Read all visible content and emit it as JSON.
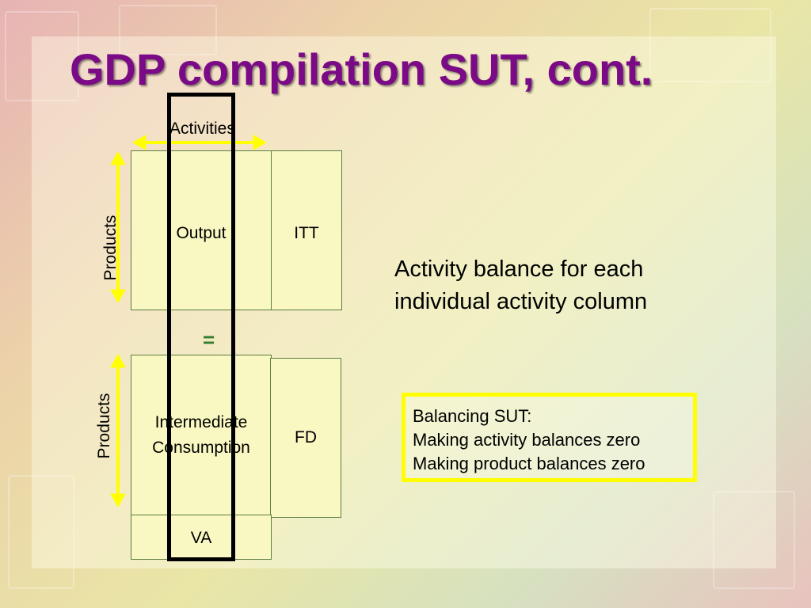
{
  "slide": {
    "title": "GDP compilation SUT, cont."
  },
  "diagram": {
    "activities_label": "Activities",
    "products_label_top": "Products",
    "products_label_bottom": "Products",
    "output_label": "Output",
    "itt_label": "ITT",
    "equals_sign": "=",
    "ic_line1": "Intermediate",
    "ic_line2": "Consumption",
    "fd_label": "FD",
    "va_label": "VA"
  },
  "note": {
    "line1": "Activity balance for each",
    "line2": "individual activity column"
  },
  "balancing_box": {
    "line1": "Balancing SUT:",
    "line2": "Making activity balances zero",
    "line3": "Making product balances zero"
  },
  "colors": {
    "title": "#7a0a86",
    "arrow": "#ffff00",
    "cell_fill": "#faf8c2",
    "highlight_frame": "#000000"
  }
}
